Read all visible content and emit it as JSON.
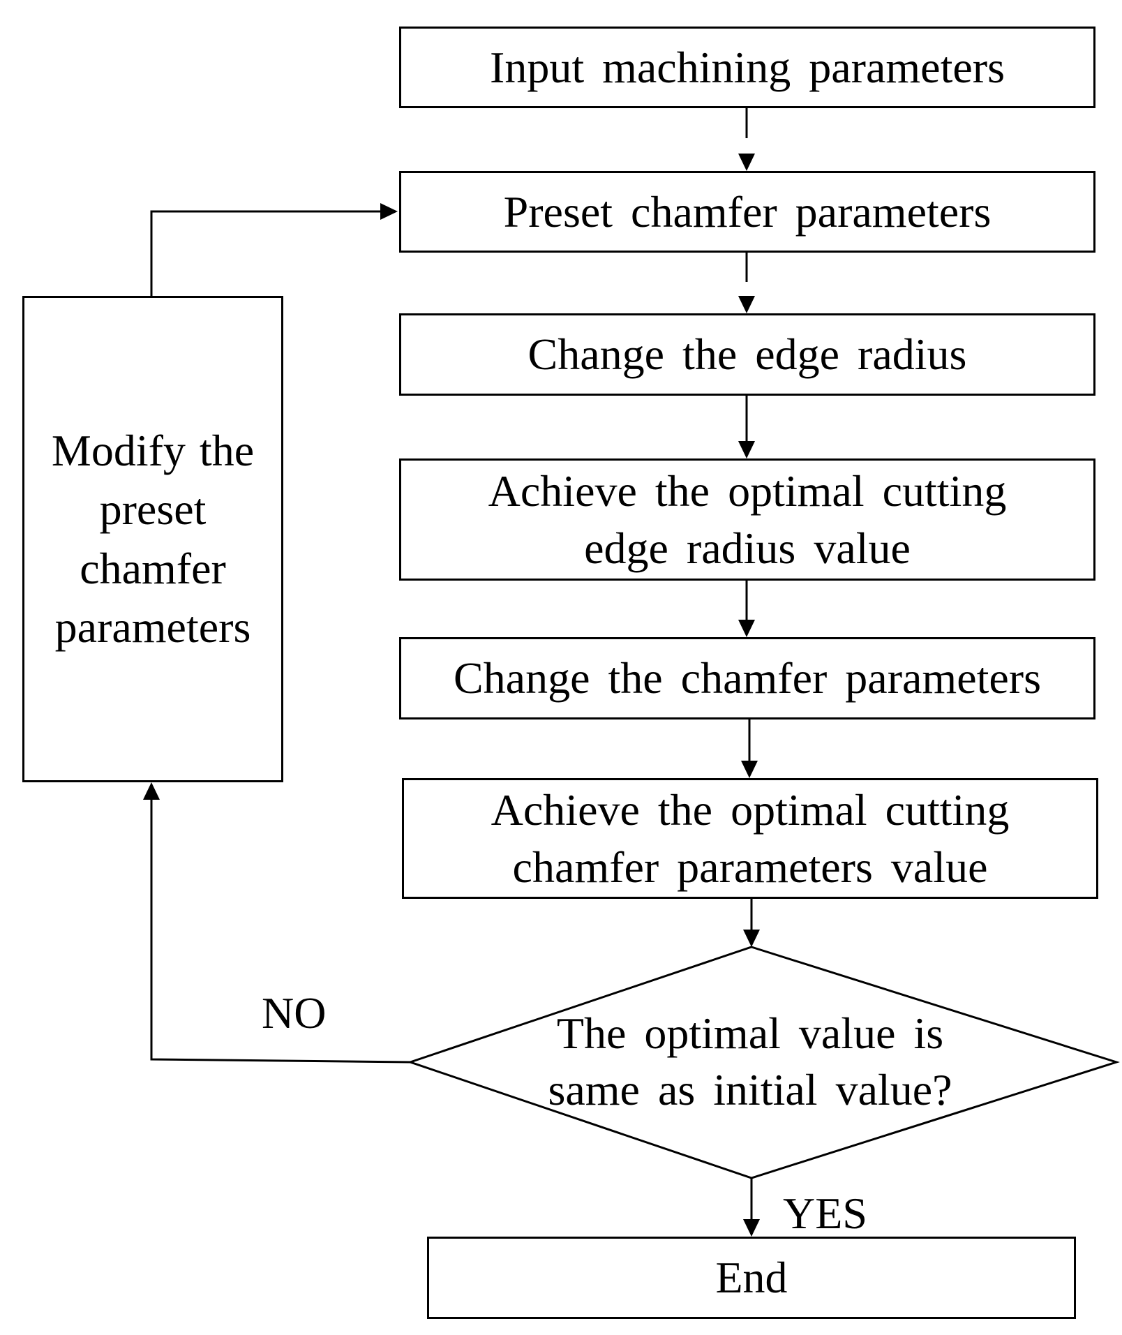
{
  "flowchart": {
    "steps": [
      {
        "label": "Input machining parameters"
      },
      {
        "label": "Preset chamfer parameters"
      },
      {
        "label": "Change the edge radius"
      },
      {
        "label": "Achieve the optimal cutting edge radius value"
      },
      {
        "label": "Change the chamfer parameters"
      },
      {
        "label": "Achieve the optimal cutting chamfer parameters value"
      }
    ],
    "decision": {
      "label": "The optimal value is same as initial value?"
    },
    "end": {
      "label": "End"
    },
    "modify": {
      "label": "Modify the preset chamfer parameters"
    },
    "edge_labels": {
      "no": "NO",
      "yes": "YES"
    }
  }
}
